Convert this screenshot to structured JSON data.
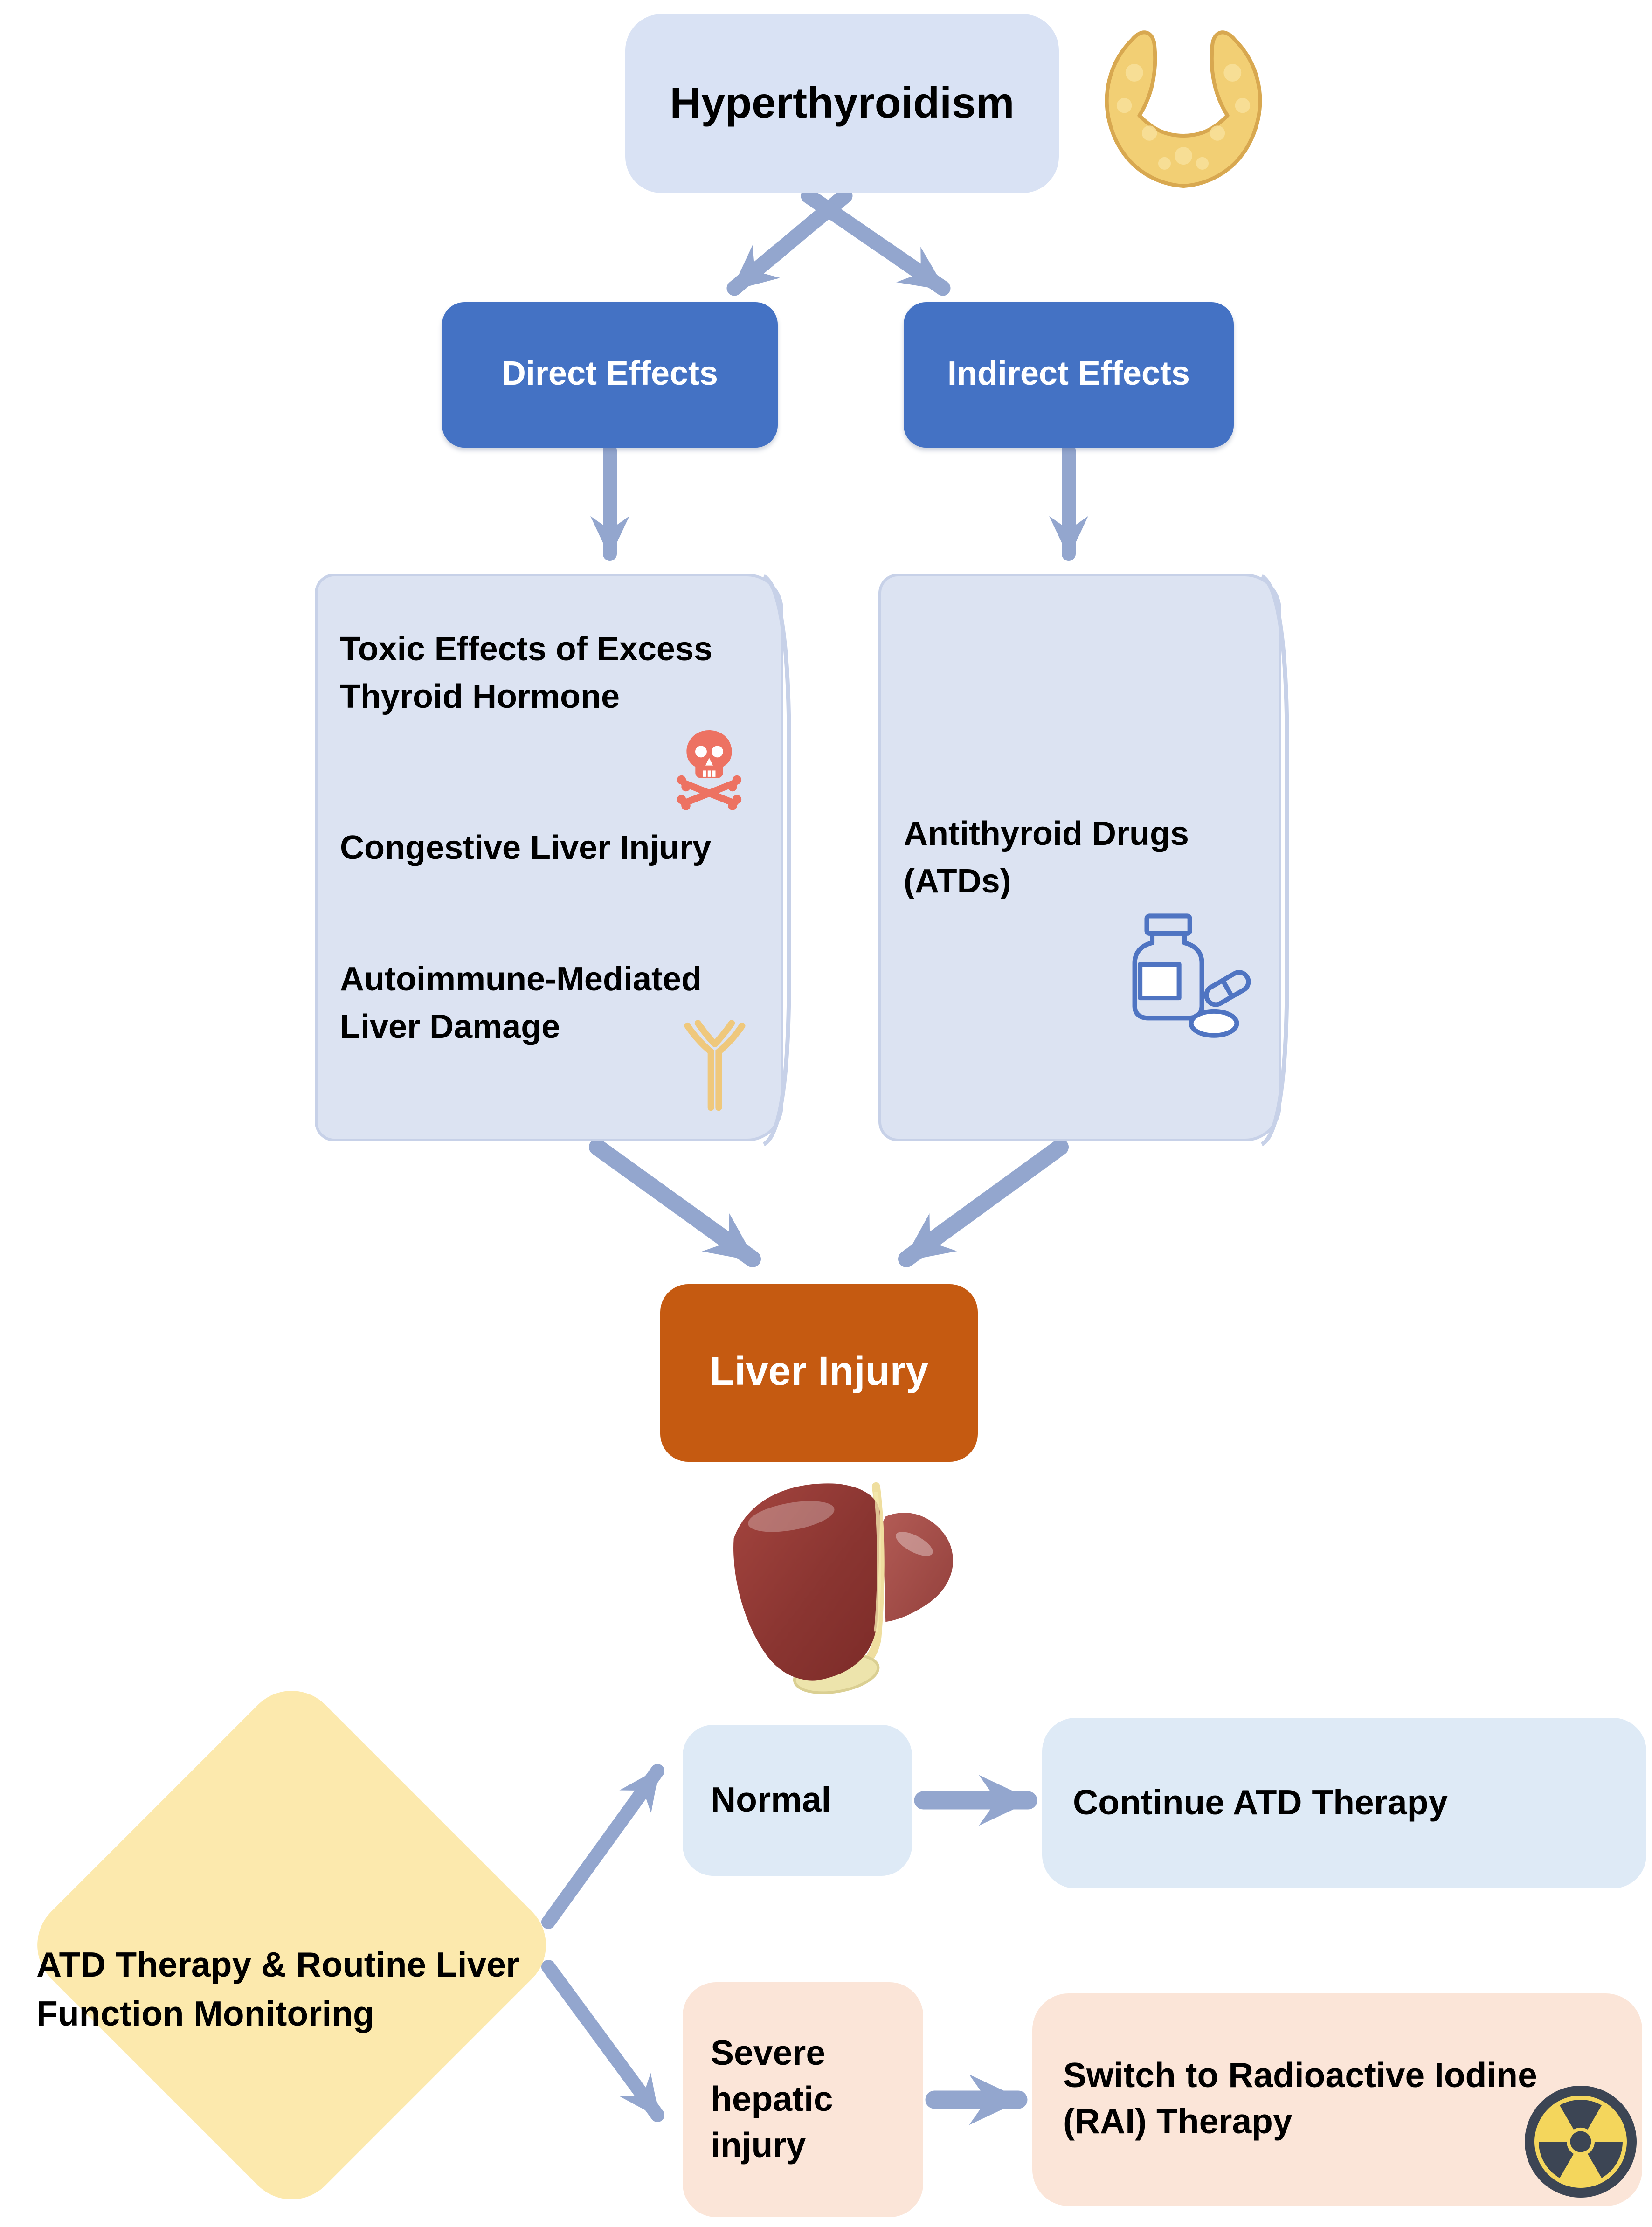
{
  "figure": {
    "title_node": "Hyperthyroidism",
    "branch_direct": "Direct Effects",
    "branch_indirect": "Indirect Effects",
    "direct_mechanisms": {
      "toxic": "Toxic Effects of Excess Thyroid Hormone",
      "congestive": "Congestive Liver Injury",
      "autoimmune": "Autoimmune-Mediated Liver Damage"
    },
    "indirect_mechanisms": {
      "atds": "Antithyroid Drugs (ATDs)"
    },
    "outcome": "Liver Injury",
    "decision": "ATD Therapy & Routine Liver Function Monitoring",
    "outcome_normal": "Normal",
    "action_normal": "Continue ATD Therapy",
    "outcome_severe": "Severe hepatic injury",
    "action_severe": "Switch to Radioactive Iodine (RAI) Therapy"
  },
  "icons": {
    "thyroid": "thyroid-gland-icon",
    "skull": "skull-crossbones-icon",
    "antibody": "antibody-icon",
    "pills": "medicine-bottle-pills-icon",
    "liver": "liver-illustration",
    "radiation": "radiation-hazard-icon"
  },
  "colors": {
    "branch_fill": "#4472C4",
    "panel_fill": "#DCE3F2",
    "panel_border": "#C7D1E8",
    "title_fill": "#D9E2F4",
    "outcome_fill": "#C55A11",
    "decision_fill": "#FCE9AD",
    "normal_fill": "#DEEAF6",
    "severe_fill": "#FBE5D8",
    "arrow": "#93A6CE",
    "skull": "#ED7262",
    "antibody": "#EFC87C",
    "pills_outline": "#4F74C2",
    "radiation_dark": "#3C4554",
    "radiation_yellow": "#F4D65C"
  },
  "edges": [
    {
      "from": "Hyperthyroidism",
      "to": "Direct Effects"
    },
    {
      "from": "Hyperthyroidism",
      "to": "Indirect Effects"
    },
    {
      "from": "Direct Effects",
      "to": "Direct mechanisms panel"
    },
    {
      "from": "Indirect Effects",
      "to": "Antithyroid Drugs (ATDs)"
    },
    {
      "from": "Direct mechanisms panel",
      "to": "Liver Injury"
    },
    {
      "from": "Antithyroid Drugs (ATDs)",
      "to": "Liver Injury"
    },
    {
      "from": "ATD Therapy & Routine Liver Function Monitoring",
      "to": "Normal"
    },
    {
      "from": "ATD Therapy & Routine Liver Function Monitoring",
      "to": "Severe hepatic injury"
    },
    {
      "from": "Normal",
      "to": "Continue ATD Therapy"
    },
    {
      "from": "Severe hepatic injury",
      "to": "Switch to Radioactive Iodine (RAI) Therapy"
    }
  ]
}
